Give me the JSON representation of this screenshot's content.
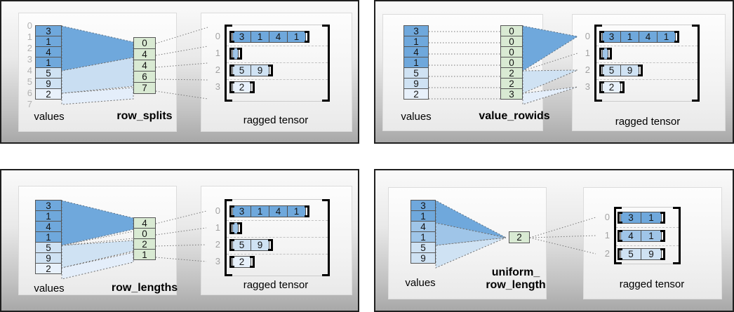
{
  "colors": {
    "dark_blue": "#6fa8dc",
    "mid_blue": "#9fc5e8",
    "light_blue": "#cfe2f3",
    "lighter_blue": "#e8f1fb",
    "green": "#d9ead3"
  },
  "panels": [
    {
      "name": "row_splits",
      "values_label": "values",
      "method_label": "row_splits",
      "tensor_label": "ragged tensor",
      "value_index_labels": [
        "0",
        "1",
        "2",
        "3",
        "4",
        "5",
        "6",
        "7"
      ],
      "values": [
        "3",
        "1",
        "4",
        "1",
        "5",
        "9",
        "2"
      ],
      "method_values": [
        "0",
        "4",
        "4",
        "6",
        "7"
      ],
      "row_labels": [
        "0",
        "1",
        "2",
        "3"
      ],
      "rows": [
        [
          "3",
          "1",
          "4",
          "1"
        ],
        [],
        [
          "5",
          "9"
        ],
        [
          "2"
        ]
      ]
    },
    {
      "name": "value_rowids",
      "values_label": "values",
      "method_label": "value_rowids",
      "tensor_label": "ragged tensor",
      "values": [
        "3",
        "1",
        "4",
        "1",
        "5",
        "9",
        "2"
      ],
      "method_values": [
        "0",
        "0",
        "0",
        "0",
        "2",
        "2",
        "3"
      ],
      "row_labels": [
        "0",
        "1",
        "2",
        "3"
      ],
      "rows": [
        [
          "3",
          "1",
          "4",
          "1"
        ],
        [],
        [
          "5",
          "9"
        ],
        [
          "2"
        ]
      ]
    },
    {
      "name": "row_lengths",
      "values_label": "values",
      "method_label": "row_lengths",
      "tensor_label": "ragged tensor",
      "values": [
        "3",
        "1",
        "4",
        "1",
        "5",
        "9",
        "2"
      ],
      "method_values": [
        "4",
        "0",
        "2",
        "1"
      ],
      "row_labels": [
        "0",
        "1",
        "2",
        "3"
      ],
      "rows": [
        [
          "3",
          "1",
          "4",
          "1"
        ],
        [],
        [
          "5",
          "9"
        ],
        [
          "2"
        ]
      ]
    },
    {
      "name": "uniform_row_length",
      "values_label": "values",
      "method_label_line1": "uniform_",
      "method_label_line2": "row_length",
      "tensor_label": "ragged tensor",
      "values": [
        "3",
        "1",
        "4",
        "1",
        "5",
        "9"
      ],
      "method_values": [
        "2"
      ],
      "row_labels": [
        "0",
        "1",
        "2"
      ],
      "rows": [
        [
          "3",
          "1"
        ],
        [
          "4",
          "1"
        ],
        [
          "5",
          "9"
        ]
      ]
    }
  ]
}
